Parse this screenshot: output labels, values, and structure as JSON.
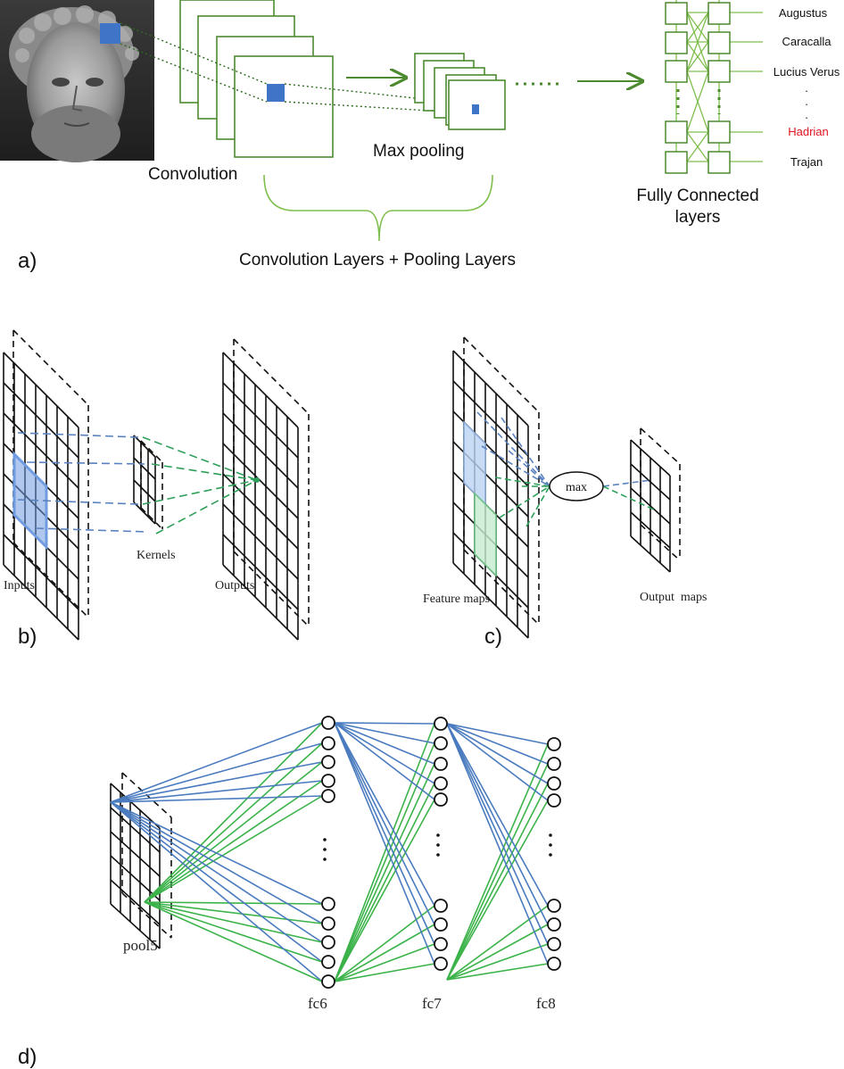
{
  "panel_a": {
    "letter": "a)",
    "convolution_label": "Convolution",
    "max_pooling_label": "Max pooling",
    "brace_label": "Convolution Layers + Pooling Layers",
    "fc_label_line1": "Fully Connected",
    "fc_label_line2": "layers",
    "classes": [
      "Augustus",
      "Caracalla",
      "Lucius Verus",
      "Hadrian",
      "Trajan"
    ],
    "highlight_class": "Hadrian",
    "dots": "."
  },
  "panel_b": {
    "letter": "b)",
    "inputs_label": "Inputs",
    "kernels_label": "Kernels",
    "outputs_label": "Outputs"
  },
  "panel_c": {
    "letter": "c)",
    "feature_maps_label": "Feature maps",
    "max_label": "max",
    "output_maps_label": "Output  maps"
  },
  "panel_d": {
    "letter": "d)",
    "pool5_label": "pool5",
    "fc6_label": "fc6",
    "fc7_label": "fc7",
    "fc8_label": "fc8"
  },
  "colors": {
    "green": "#4d8a2f",
    "light_green": "#7fbf4d",
    "blue": "#3f74c7",
    "dash_blue": "#5b82c0",
    "dash_green": "#2ea05a",
    "line_blue": "#4a7bbf",
    "line_green": "#3cb34a",
    "red": "#e0141e"
  }
}
